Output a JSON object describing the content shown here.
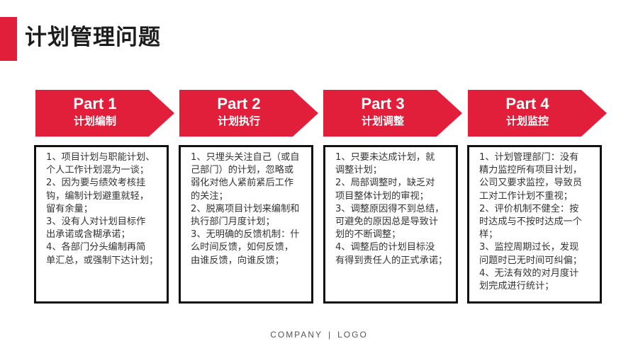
{
  "page_title": "计划管理问题",
  "colors": {
    "accent": "#e21f3a",
    "arrow": "#e21f3a",
    "border": "#111111"
  },
  "columns": [
    {
      "part": "Part 1",
      "subtitle": "计划编制",
      "lines": [
        "1、项目计划与职能计划、",
        "个人工作计划混为一谈；",
        "2、因为要与绩效考核挂",
        "钩，编制计划避重就轻，",
        "留有余量；",
        "3、没有人对计划目标作",
        "出承诺或含糊承诺；",
        "4、各部门分头编制再简",
        "单汇总，或强制下达计划；"
      ]
    },
    {
      "part": "Part 2",
      "subtitle": "计划执行",
      "lines": [
        "1、只埋头关注自己（或自",
        "己部门）的计划，忽略或",
        "弱化对他人紧前紧后工作",
        "的关注；",
        "2、脱离项目计划来编制和",
        "执行部门月度计划；",
        "3、无明确的反馈机制：什",
        "么时间反馈，如何反馈，",
        "由谁反馈，向谁反馈；"
      ]
    },
    {
      "part": "Part 3",
      "subtitle": "计划调整",
      "lines": [
        "1、只要未达成计划，就",
        "调整计划；",
        "2、局部调整时，缺乏对",
        "项目整体计划的审视；",
        "3、调整原因得不到总结，",
        "可避免的原因总是导致计",
        "划的不断调整；",
        "4、调整后的计划目标没",
        "有得到责任人的正式承诺；"
      ]
    },
    {
      "part": "Part 4",
      "subtitle": "计划监控",
      "lines": [
        "1、计划管理部门：没有",
        "精力监控所有项目计划，",
        "公司又要求监控，导致员",
        "工对工作计划不重视；",
        "2、评价机制不健全：按",
        "时达成与不按时达成一个",
        "样；",
        "3、监控周期过长，发现",
        "问题时已无时间可纠偏；",
        "4、无法有效的对月度计",
        "划完成进行统计；"
      ]
    }
  ],
  "footer": {
    "left": "COMPANY",
    "separator": "|",
    "right": "LOGO"
  }
}
